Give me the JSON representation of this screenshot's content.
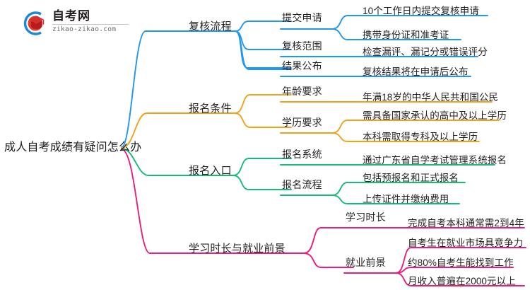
{
  "logo": {
    "name": "zikao-logo",
    "cn_text": "自考网",
    "en_text": "zikao-zikao.com",
    "mark_icon": "graduation-cap-icon",
    "colors": {
      "ring": "#1e88d8",
      "cap": "#d32f2f"
    }
  },
  "mindmap": {
    "root": {
      "label": "成人自考成绩有疑问怎么办"
    },
    "colors": {
      "blue": "#2196f3",
      "orange": "#f0a31a",
      "green": "#19b97a",
      "pink": "#ec1c7d",
      "text": "#231f20"
    },
    "branches": [
      {
        "label": "复核流程",
        "color": "#2196f3",
        "children": [
          {
            "label": "提交申请",
            "leaves": [
              "10个工作日内提交复核申请",
              "携带身份证和准考证"
            ]
          },
          {
            "label": "复核范围",
            "leaves": [
              "检查漏评、漏记分或错误评分"
            ]
          },
          {
            "label": "结果公布",
            "leaves": [
              "复核结果将在申请后公布"
            ]
          }
        ]
      },
      {
        "label": "报名条件",
        "color": "#f0a31a",
        "children": [
          {
            "label": "年龄要求",
            "leaves": [
              "年满18岁的中华人民共和国公民"
            ]
          },
          {
            "label": "学历要求",
            "leaves": [
              "需具备国家承认的高中及以上学历",
              "本科需取得专科及以上学历"
            ]
          }
        ]
      },
      {
        "label": "报名入口",
        "color": "#19b97a",
        "children": [
          {
            "label": "报名系统",
            "leaves": [
              "通过广东省自学考试管理系统报名"
            ]
          },
          {
            "label": "报名流程",
            "leaves": [
              "包括预报名和正式报名",
              "上传证件并缴纳费用"
            ]
          }
        ]
      },
      {
        "label": "学习时长与就业前景",
        "color": "#ec1c7d",
        "children": [
          {
            "label": "学习时长",
            "leaves": [
              "完成自考本科通常需2到4年"
            ]
          },
          {
            "label": "就业前景",
            "leaves": [
              "自考生在就业市场具竞争力",
              "约80%自考生能找到工作",
              "月收入普遍在2000元以上"
            ]
          }
        ]
      }
    ]
  }
}
